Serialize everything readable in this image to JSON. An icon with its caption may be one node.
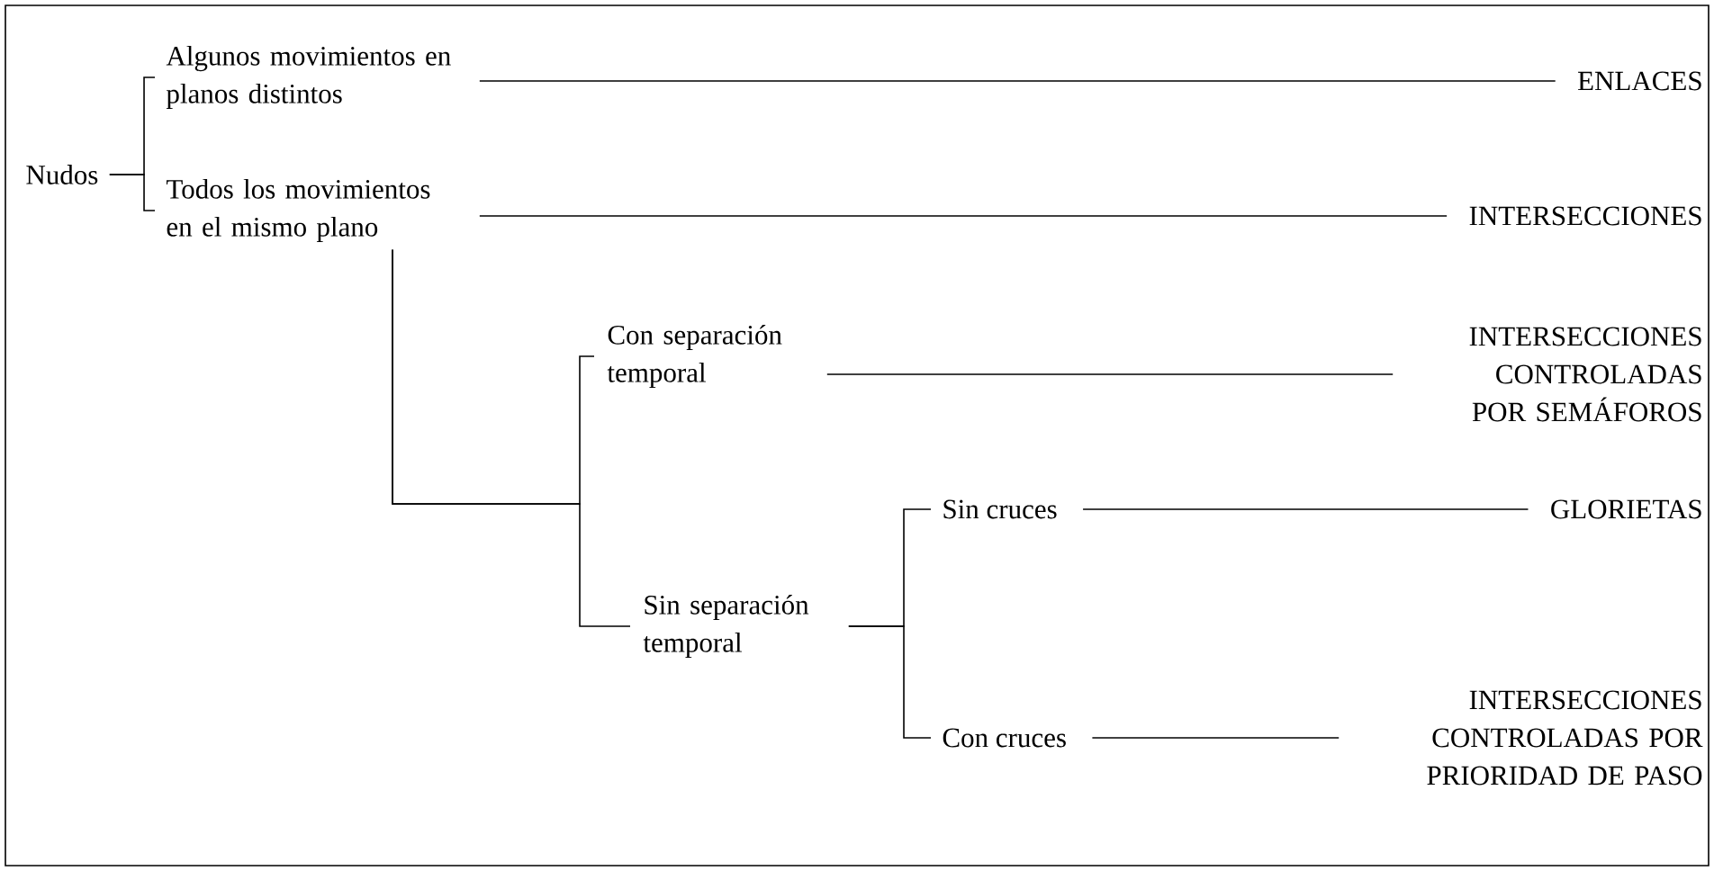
{
  "diagram": {
    "nodes": [
      {
        "text": [
          "Nudos"
        ]
      },
      {
        "text": [
          "Algunos movimientos en planos distintos"
        ]
      },
      {
        "text": [
          "Todos los movimientos en el mismo plano"
        ]
      },
      {
        "text": [
          "ENLACES"
        ]
      },
      {
        "text": [
          "INTERSECCIONES"
        ]
      },
      {
        "text": [
          "Con separación temporal"
        ]
      },
      {
        "text": [
          "Sin separación temporal"
        ]
      },
      {
        "text": [
          "INTERSECCIONES CONTROLADAS POR SEMÁFOROS"
        ]
      },
      {
        "text": [
          "Sin cruces"
        ]
      },
      {
        "text": [
          "Con cruces"
        ]
      },
      {
        "text": [
          "GLORIETAS"
        ]
      },
      {
        "text": [
          "INTERSECCIONES CONTROLADAS POR PRIORIDAD DE PASO"
        ]
      }
    ],
    "edges": [
      {
        "from": 0,
        "to": 1,
        "arrow": "none"
      },
      {
        "from": 0,
        "to": 2,
        "arrow": "none"
      },
      {
        "from": 1,
        "to": 3,
        "arrow": "none"
      },
      {
        "from": 2,
        "to": 4,
        "arrow": "none"
      },
      {
        "from": 2,
        "to": 5,
        "arrow": "none"
      },
      {
        "from": 2,
        "to": 6,
        "arrow": "none"
      },
      {
        "from": 5,
        "to": 7,
        "arrow": "none"
      },
      {
        "from": 6,
        "to": 8,
        "arrow": "none"
      },
      {
        "from": 6,
        "to": 9,
        "arrow": "none"
      },
      {
        "from": 8,
        "to": 10,
        "arrow": "none"
      },
      {
        "from": 9,
        "to": 11,
        "arrow": "none"
      }
    ]
  }
}
